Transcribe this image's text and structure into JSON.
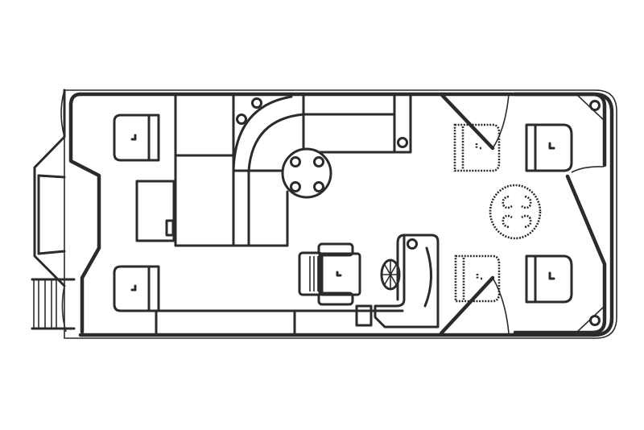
{
  "diagram": {
    "type": "pontoon-boat-floor-plan",
    "orientation": "stern-left, bow-right",
    "colors": {
      "line": "#2b2b2b",
      "background": "#ffffff"
    },
    "components": [
      {
        "id": "hull-outline",
        "label": "Hull deck outline"
      },
      {
        "id": "stern-swim-ladder",
        "label": "Stern ladder"
      },
      {
        "id": "rear-platform",
        "label": "Rear swim platform"
      },
      {
        "id": "aft-seat-port",
        "label": "Aft corner seat (port)"
      },
      {
        "id": "aft-seat-starboard",
        "label": "Aft corner seat (starboard)"
      },
      {
        "id": "storage-box",
        "label": "Storage / changing box"
      },
      {
        "id": "l-lounge",
        "label": "L-shaped lounge with cup holders"
      },
      {
        "id": "table",
        "label": "Round table with 4 cup holders"
      },
      {
        "id": "captain-chair",
        "label": "Captain's helm chair"
      },
      {
        "id": "helm-console",
        "label": "Helm console with steering wheel"
      },
      {
        "id": "gate-port",
        "label": "Bow gate (port)"
      },
      {
        "id": "gate-starboard",
        "label": "Bow gate (starboard)"
      },
      {
        "id": "optional-seat-port",
        "label": "Optional dotted seat (port)"
      },
      {
        "id": "optional-seat-starboard",
        "label": "Optional dotted seat (starboard)"
      },
      {
        "id": "optional-table",
        "label": "Optional dotted bow table"
      },
      {
        "id": "bow-seat-port",
        "label": "Bow seat (port)"
      },
      {
        "id": "bow-seat-starboard",
        "label": "Bow seat (starboard)"
      },
      {
        "id": "bow-entry",
        "label": "Bow entry gate"
      }
    ]
  }
}
